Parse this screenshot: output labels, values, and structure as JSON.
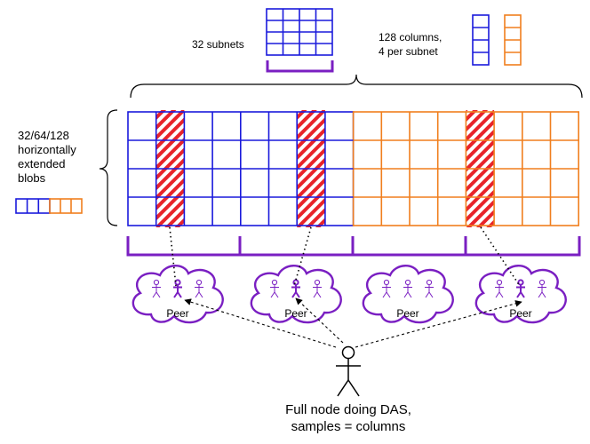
{
  "labels": {
    "subnets": "32 subnets",
    "columns_line1": "128 columns,",
    "columns_line2": "4 per subnet",
    "blobs_line1": "32/64/128",
    "blobs_line2": "horizontally",
    "blobs_line3": "extended",
    "blobs_line4": "blobs",
    "node_line1": "Full node doing DAS,",
    "node_line2": "samples = columns"
  },
  "peers": [
    {
      "label": "Peer",
      "highlighted": true
    },
    {
      "label": "Peer",
      "highlighted": true
    },
    {
      "label": "Peer",
      "highlighted": false
    },
    {
      "label": "Peer",
      "highlighted": true
    }
  ],
  "colors": {
    "original": "#1a1adc",
    "extended": "#f07f1e",
    "sampled": "#e8232a",
    "subnet": "#7a1fc2",
    "line": "#000000"
  }
}
